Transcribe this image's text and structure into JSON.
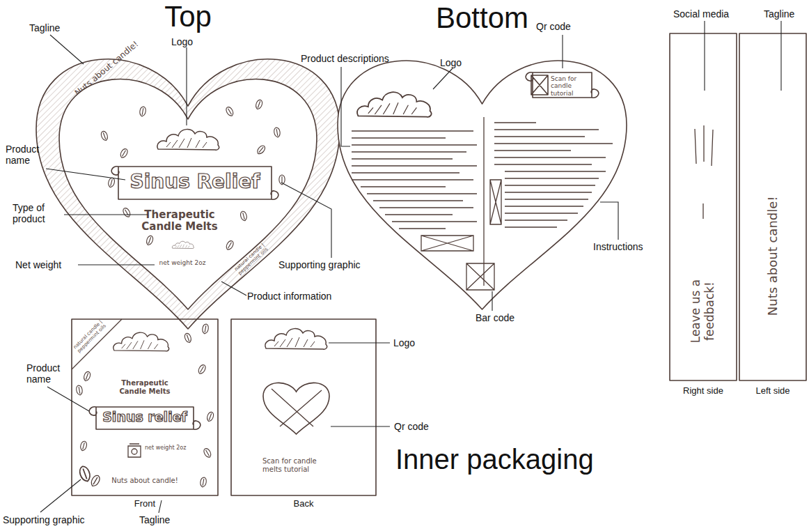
{
  "diagram": {
    "nodes": [
      {
        "text": [
          "Top",
          "Nuts about candle!",
          "natural candle | peppermint oils"
        ]
      },
      {
        "text": [
          "Therapeutic Candle Melts",
          "net weight 2oz"
        ],
        "in": 0
      },
      {
        "text": [
          "Sinus Relief"
        ],
        "in": 1
      },
      {
        "text": [
          "Bottom"
        ]
      },
      {
        "text": [
          "Scan for candle tutorial"
        ],
        "in": 3
      },
      {
        "text": [
          "Right side",
          "Leave us a feedback!"
        ]
      },
      {
        "text": [
          "Left side",
          "Nuts about candle!"
        ]
      },
      {
        "text": [
          "Front",
          "natural candle | peppermint oils",
          "Therapeutic Candle Melts",
          "net weight 2oz",
          "Nuts about candle!"
        ]
      },
      {
        "text": [
          "Sinus relief"
        ],
        "in": 7
      },
      {
        "text": [
          "Back",
          "Scan for candle melts tutorial"
        ]
      }
    ],
    "labels": [
      "Tagline",
      "Logo",
      "Product name",
      "Type of product",
      "Net weight",
      "Supporting graphic",
      "Product information",
      "Product descriptions",
      "Logo",
      "Qr code",
      "Instructions",
      "Bar code",
      "Social media",
      "Tagline",
      "Logo",
      "Product name",
      "Qr code",
      "Supporting graphic",
      "Tagline",
      "Inner packaging"
    ]
  }
}
